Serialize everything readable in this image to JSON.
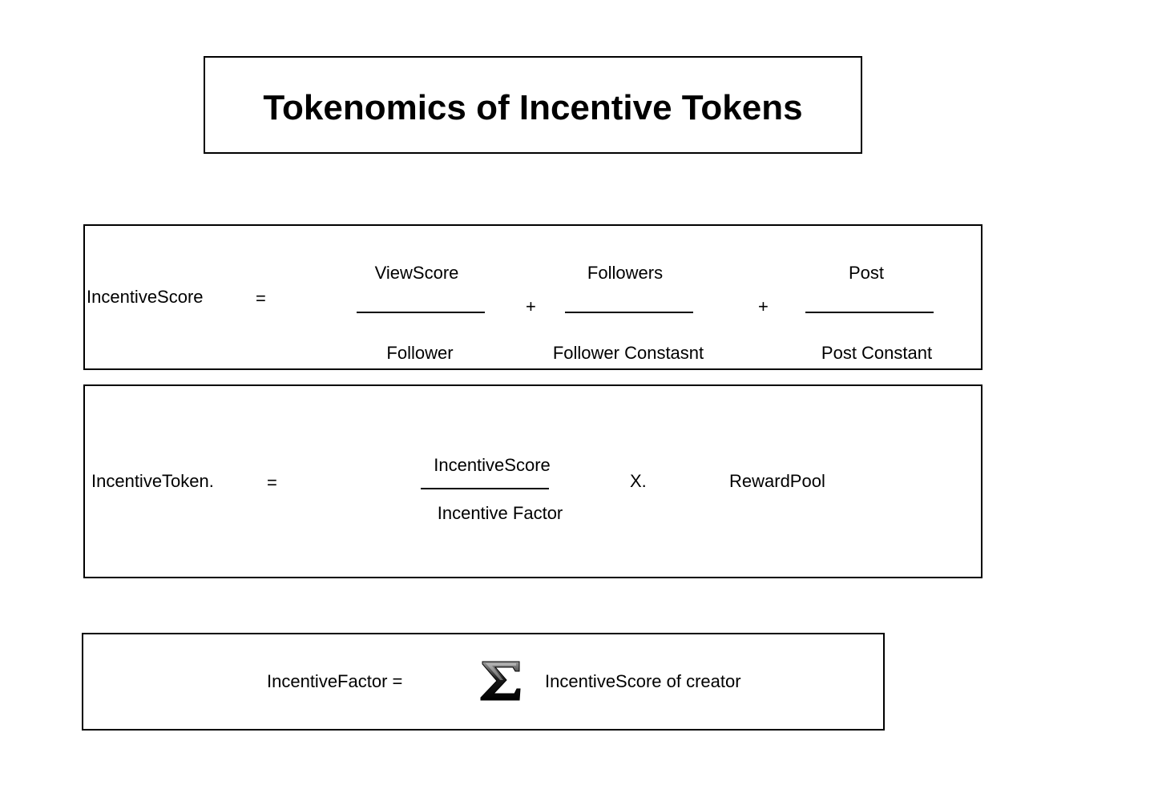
{
  "title": "Tokenomics of Incentive Tokens",
  "incentive_score_formula": {
    "lhs": "IncentiveScore",
    "equals": "=",
    "terms": [
      {
        "numerator": "ViewScore",
        "denominator": "Follower"
      },
      {
        "numerator": "Followers",
        "denominator": "Follower Constasnt"
      },
      {
        "numerator": "Post",
        "denominator": "Post Constant"
      }
    ],
    "plus_1": "+",
    "plus_2": "+"
  },
  "incentive_token_formula": {
    "lhs": "IncentiveToken.",
    "equals": "=",
    "numerator": "IncentiveScore",
    "denominator": "Incentive Factor",
    "times": "X.",
    "multiplier": "RewardPool"
  },
  "incentive_factor_formula": {
    "lhs": "IncentiveFactor =",
    "symbol": "sigma-icon",
    "rhs": "IncentiveScore of creator"
  }
}
